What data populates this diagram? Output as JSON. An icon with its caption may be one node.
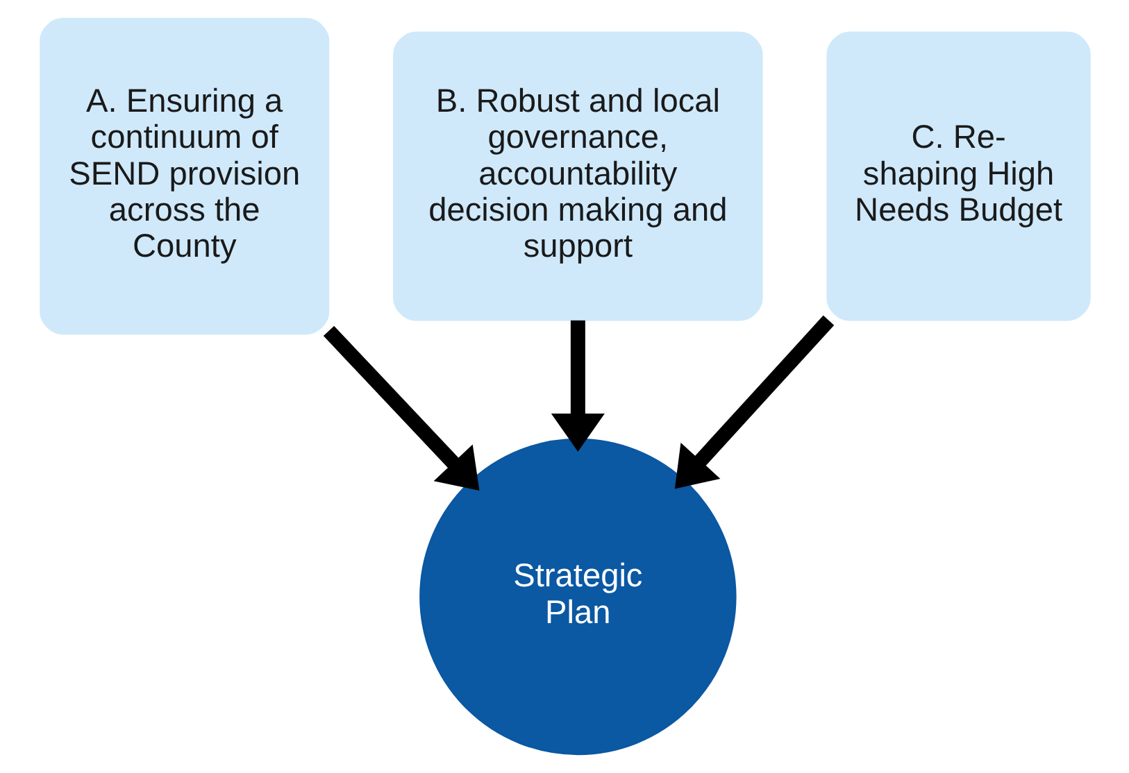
{
  "diagram": {
    "nodes": [
      {
        "text": [
          "A. Ensuring a continuum of SEND provision across the County"
        ]
      },
      {
        "text": [
          "B. Robust and local governance, accountability decision making and support"
        ]
      },
      {
        "text": [
          "C. Re-shaping High Needs Budget"
        ]
      },
      {
        "text": [
          "Strategic Plan"
        ]
      }
    ],
    "edges": [
      {
        "from": 0,
        "to": 3,
        "arrow": "to"
      },
      {
        "from": 1,
        "to": 3,
        "arrow": "to"
      },
      {
        "from": 2,
        "to": 3,
        "arrow": "to"
      }
    ]
  }
}
